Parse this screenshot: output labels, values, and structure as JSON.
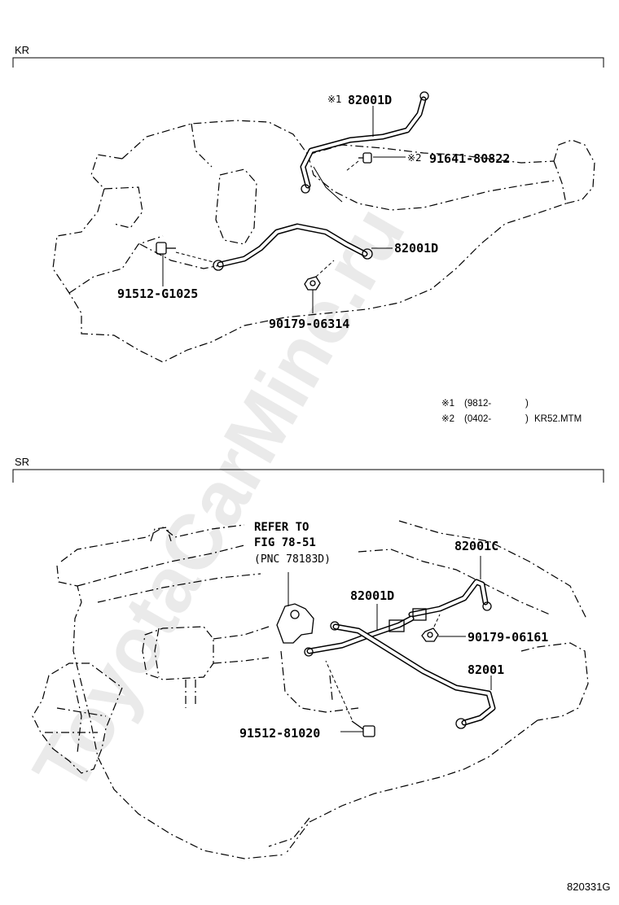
{
  "watermark": "ToyotaCarMine.ru",
  "sections": {
    "kr": {
      "label": "KR",
      "parts": {
        "cable_top": {
          "mark": "※1",
          "number": "82001D"
        },
        "bolt_top": {
          "mark": "※2",
          "number": "91641-80822"
        },
        "cable_mid": {
          "number": "82001D"
        },
        "bolt_left": {
          "number": "91512-G1025"
        },
        "nut": {
          "number": "90179-06314"
        }
      },
      "notes": {
        "note1": {
          "mark": "※1",
          "text": "(9812-",
          "close": ")"
        },
        "note2": {
          "mark": "※2",
          "text": "(0402-",
          "close": ")",
          "model": "KR52.MTM"
        }
      }
    },
    "sr": {
      "label": "SR",
      "refer": {
        "line1": "REFER TO",
        "line2": "FIG 78-51",
        "line3": "(PNC 78183D)"
      },
      "parts": {
        "cable_c": {
          "number": "82001C"
        },
        "cable_d": {
          "number": "82001D"
        },
        "nut": {
          "number": "90179-06161"
        },
        "cable": {
          "number": "82001"
        },
        "bolt": {
          "number": "91512-81020"
        }
      }
    }
  },
  "footer_code": "820331G"
}
